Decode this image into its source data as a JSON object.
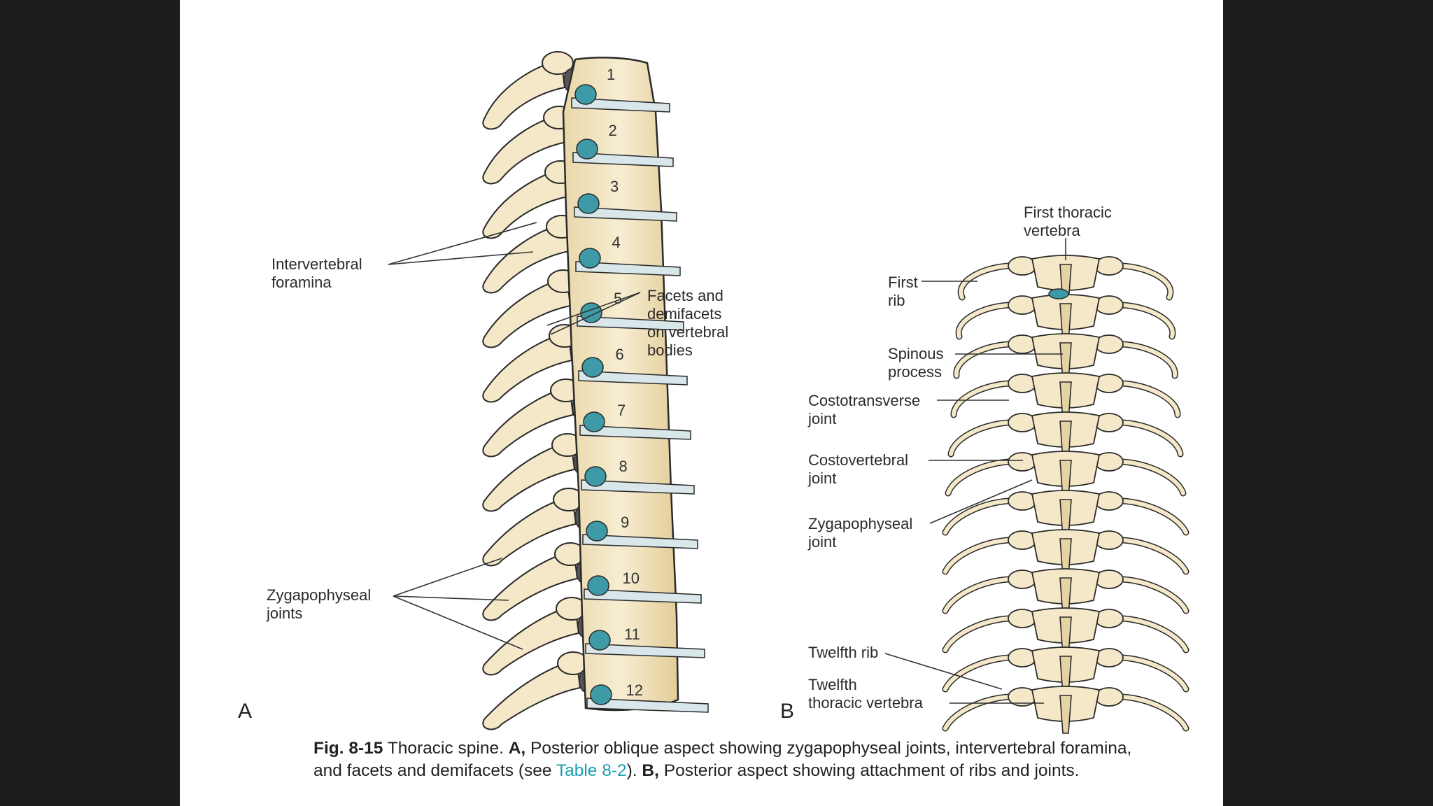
{
  "panel_a": {
    "letter": "A",
    "vertebra_numbers": [
      "1",
      "2",
      "3",
      "4",
      "5",
      "6",
      "7",
      "8",
      "9",
      "10",
      "11",
      "12"
    ],
    "labels": {
      "intervertebral_foramina": [
        "Intervertebral",
        "foramina"
      ],
      "facets": [
        "Facets and",
        "demifacets",
        "on vertebral",
        "bodies"
      ],
      "zygapophyseal_joints": [
        "Zygapophyseal",
        "joints"
      ]
    }
  },
  "panel_b": {
    "letter": "B",
    "labels": {
      "first_thoracic_vertebra": [
        "First thoracic",
        "vertebra"
      ],
      "first_rib": [
        "First",
        "rib"
      ],
      "spinous_process": [
        "Spinous",
        "process"
      ],
      "costotransverse_joint": [
        "Costotransverse",
        "joint"
      ],
      "costovertebral_joint": [
        "Costovertebral",
        "joint"
      ],
      "zygapophyseal_joint": [
        "Zygapophyseal",
        "joint"
      ],
      "twelfth_rib": [
        "Twelfth rib"
      ],
      "twelfth_thoracic_vertebra": [
        "Twelfth",
        "thoracic vertebra"
      ]
    }
  },
  "caption": {
    "fig": "Fig. 8-15",
    "t1": " Thoracic spine. ",
    "a": "A,",
    "t2": " Posterior oblique aspect showing zygapophyseal joints, intervertebral foramina, and facets and demifacets (see ",
    "link": "Table 8-2",
    "t3": "). ",
    "b": "B,",
    "t4": " Posterior aspect showing attachment of ribs and joints."
  },
  "colors": {
    "bone": "#f4e8c8",
    "bone_shade": "#e6d3a3",
    "disc": "#d9e6ea",
    "facet": "#3e9aa6",
    "outline": "#2a2a2a"
  }
}
